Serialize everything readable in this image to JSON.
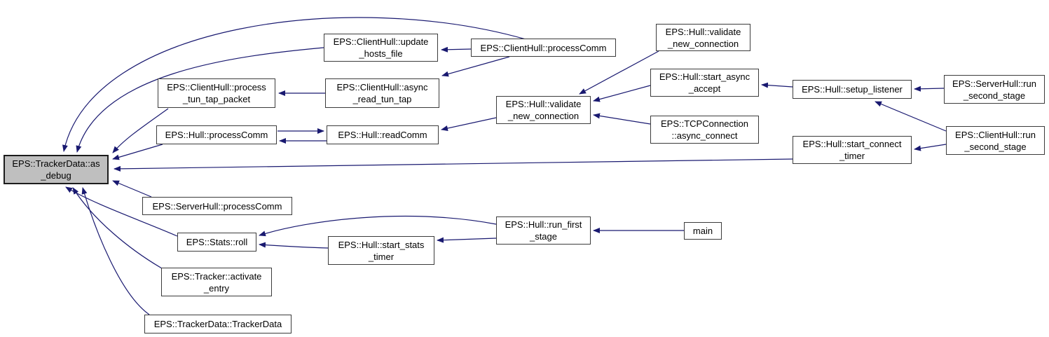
{
  "diagram": {
    "type": "caller-graph",
    "colors": {
      "edge": "#191970",
      "node_border": "#3b3b3b",
      "node_fill": "#ffffff",
      "focus_fill": "#bfbfbf",
      "text": "#000000",
      "background": "#ffffff"
    },
    "focus_node": "as_debug",
    "nodes": {
      "as_debug": {
        "label": "EPS::TrackerData::as\n_debug"
      },
      "update_hosts_file": {
        "label": "EPS::ClientHull::update\n_hosts_file"
      },
      "clienthull_processcomm": {
        "label": "EPS::ClientHull::processComm"
      },
      "hull_validate_top": {
        "label": "EPS::Hull::validate\n_new_connection"
      },
      "process_tun_tap_packet": {
        "label": "EPS::ClientHull::process\n_tun_tap_packet"
      },
      "async_read_tun_tap": {
        "label": "EPS::ClientHull::async\n_read_tun_tap"
      },
      "start_async_accept": {
        "label": "EPS::Hull::start_async\n_accept"
      },
      "setup_listener": {
        "label": "EPS::Hull::setup_listener"
      },
      "serverhull_run_second_stage": {
        "label": "EPS::ServerHull::run\n_second_stage"
      },
      "hull_processcomm": {
        "label": "EPS::Hull::processComm"
      },
      "hull_readcomm": {
        "label": "EPS::Hull::readComm"
      },
      "hull_validate_mid": {
        "label": "EPS::Hull::validate\n_new_connection"
      },
      "tcp_async_connect": {
        "label": "EPS::TCPConnection\n::async_connect"
      },
      "start_connect_timer": {
        "label": "EPS::Hull::start_connect\n_timer"
      },
      "clienthull_run_second_stage": {
        "label": "EPS::ClientHull::run\n_second_stage"
      },
      "serverhull_processcomm": {
        "label": "EPS::ServerHull::processComm"
      },
      "stats_roll": {
        "label": "EPS::Stats::roll"
      },
      "start_stats_timer": {
        "label": "EPS::Hull::start_stats\n_timer"
      },
      "run_first_stage": {
        "label": "EPS::Hull::run_first\n_stage"
      },
      "main": {
        "label": "main"
      },
      "activate_entry": {
        "label": "EPS::Tracker::activate\n_entry"
      },
      "trackerdata_ctor": {
        "label": "EPS::TrackerData::TrackerData"
      }
    },
    "edges": [
      {
        "from": "clienthull_processcomm",
        "to": "as_debug"
      },
      {
        "from": "update_hosts_file",
        "to": "as_debug"
      },
      {
        "from": "process_tun_tap_packet",
        "to": "as_debug"
      },
      {
        "from": "hull_processcomm",
        "to": "as_debug"
      },
      {
        "from": "start_connect_timer",
        "to": "as_debug"
      },
      {
        "from": "serverhull_processcomm",
        "to": "as_debug"
      },
      {
        "from": "stats_roll",
        "to": "as_debug"
      },
      {
        "from": "activate_entry",
        "to": "as_debug"
      },
      {
        "from": "trackerdata_ctor",
        "to": "as_debug"
      },
      {
        "from": "clienthull_processcomm",
        "to": "update_hosts_file"
      },
      {
        "from": "clienthull_processcomm",
        "to": "async_read_tun_tap"
      },
      {
        "from": "async_read_tun_tap",
        "to": "process_tun_tap_packet"
      },
      {
        "from": "hull_processcomm",
        "to": "hull_readcomm"
      },
      {
        "from": "hull_readcomm",
        "to": "hull_processcomm"
      },
      {
        "from": "hull_validate_top",
        "to": "hull_validate_mid"
      },
      {
        "from": "start_async_accept",
        "to": "hull_validate_mid"
      },
      {
        "from": "tcp_async_connect",
        "to": "hull_validate_mid"
      },
      {
        "from": "hull_validate_mid",
        "to": "hull_readcomm"
      },
      {
        "from": "setup_listener",
        "to": "start_async_accept"
      },
      {
        "from": "serverhull_run_second_stage",
        "to": "setup_listener"
      },
      {
        "from": "clienthull_run_second_stage",
        "to": "setup_listener"
      },
      {
        "from": "clienthull_run_second_stage",
        "to": "start_connect_timer"
      },
      {
        "from": "run_first_stage",
        "to": "stats_roll"
      },
      {
        "from": "run_first_stage",
        "to": "start_stats_timer"
      },
      {
        "from": "start_stats_timer",
        "to": "stats_roll"
      },
      {
        "from": "main",
        "to": "run_first_stage"
      }
    ]
  }
}
